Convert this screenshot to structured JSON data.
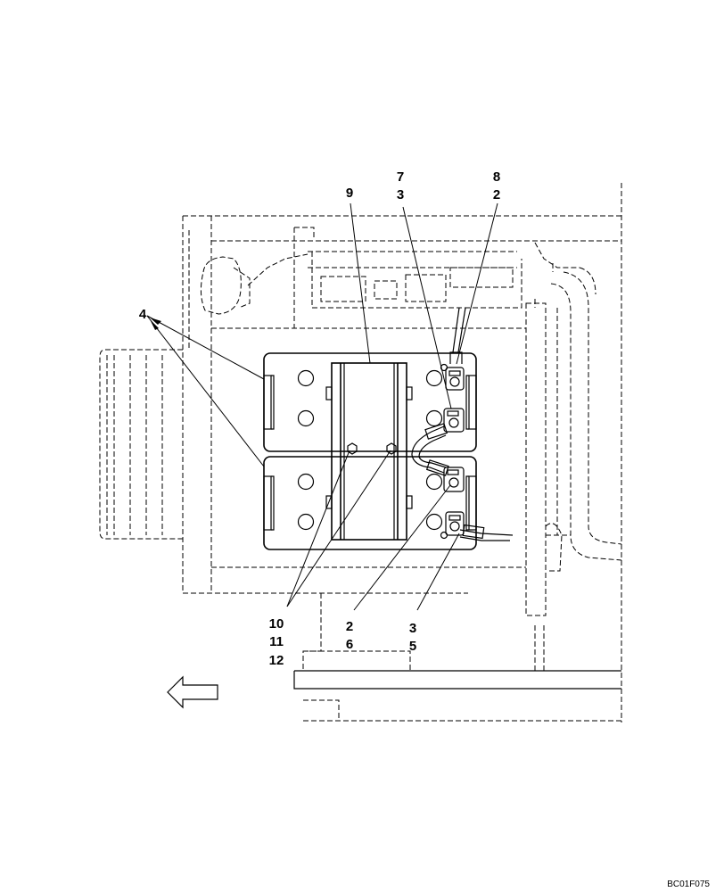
{
  "diagram": {
    "callouts": [
      {
        "id": "c-7",
        "text": "7"
      },
      {
        "id": "c-3-top",
        "text": "3"
      },
      {
        "id": "c-8",
        "text": "8"
      },
      {
        "id": "c-2-top",
        "text": "2"
      },
      {
        "id": "c-9",
        "text": "9"
      },
      {
        "id": "c-4",
        "text": "4"
      },
      {
        "id": "c-10",
        "text": "10"
      },
      {
        "id": "c-11",
        "text": "11"
      },
      {
        "id": "c-12",
        "text": "12"
      },
      {
        "id": "c-2-bottom",
        "text": "2"
      },
      {
        "id": "c-6",
        "text": "6"
      },
      {
        "id": "c-3-bottom",
        "text": "3"
      },
      {
        "id": "c-5",
        "text": "5"
      }
    ],
    "figure_code": "BC01F075"
  }
}
